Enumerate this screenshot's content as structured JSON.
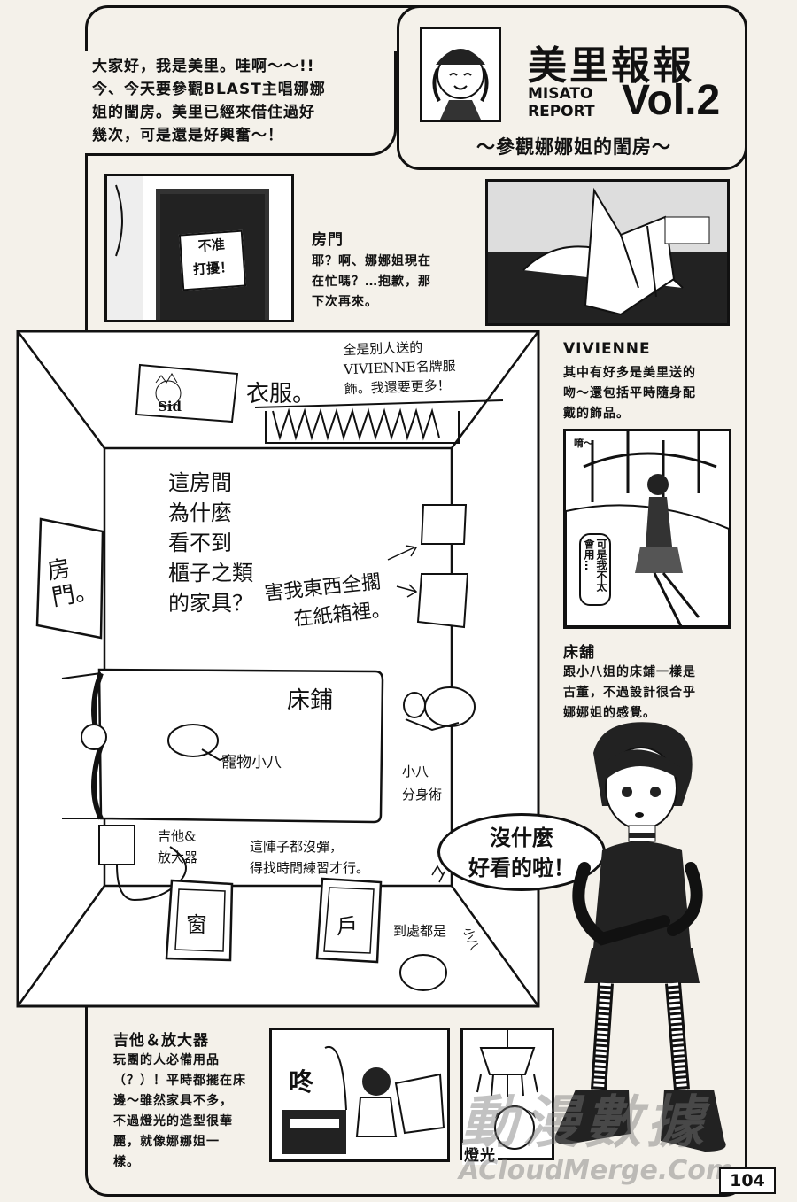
{
  "intro": {
    "text_lines": [
      "大家好，我是美里。哇啊～～!!",
      "今、今天要參觀BLAST主唱娜娜",
      "姐的閨房。美里已經來借住過好",
      "幾次，可是還是好興奮～！"
    ]
  },
  "title": {
    "main": "美里報報",
    "en_line1": "MISATO",
    "en_line2": "REPORT",
    "vol": "Vol.2",
    "subtitle": "～參觀娜娜姐的閨房～"
  },
  "door_section": {
    "sign_line1": "不准",
    "sign_line2": "打擾！",
    "heading": "房門",
    "text_lines": [
      "耶？啊、娜娜姐現在",
      "在忙嗎？…抱歉，那",
      "下次再來。"
    ]
  },
  "vivienne_section": {
    "heading": "VIVIENNE",
    "text_lines": [
      "其中有好多是美里送的",
      "吻～還包括平時隨身配",
      "戴的飾品。"
    ]
  },
  "bed_section": {
    "panel_small": "唷～",
    "speech_line1": "可是我",
    "speech_line2": "不太會用…",
    "heading": "床舖",
    "text_lines": [
      "跟小八姐的床鋪一樣是",
      "古董，不過設計很合乎",
      "娜娜姐的感覺。"
    ]
  },
  "room_map": {
    "poster": "Sid",
    "clothes": "衣服。",
    "vivienne_note_lines": [
      "全是別人送的",
      "VIVIENNE名牌服",
      "飾。我還要更多！"
    ],
    "question_lines": [
      "這房間",
      "為什麼",
      "看不到",
      "櫃子之類",
      "的家具？"
    ],
    "boxes_lines": [
      "害我東西全擱",
      "在紙箱裡。"
    ],
    "door": "房門。",
    "bed": "床鋪",
    "pet": "寵物小八",
    "clone_lines": [
      "小八",
      "分身術"
    ],
    "guitar_lines": [
      "吉他&",
      "放大器"
    ],
    "practice_lines": [
      "這陣子都沒彈，",
      "得找時間練習才行。"
    ],
    "window": "窗",
    "door_mat": "戶",
    "everywhere": "到處都是",
    "small_chars": "小八"
  },
  "nana_speech": {
    "line1": "沒什麼",
    "line2": "好看的啦！"
  },
  "guitar_section": {
    "heading": "吉他＆放大器",
    "text_lines": [
      "玩團的人必備用品",
      "（？）！平時都擺在床",
      "邊～雖然家具不多，",
      "不過燈光的造型很華",
      "麗，就像娜娜姐一",
      "樣。"
    ],
    "sfx": "咚"
  },
  "lamp_section": {
    "heading": "燈光"
  },
  "footer": {
    "page_number": "104",
    "watermark_cn": "動漫數據",
    "watermark_en": "ACloudMerge.Com"
  }
}
